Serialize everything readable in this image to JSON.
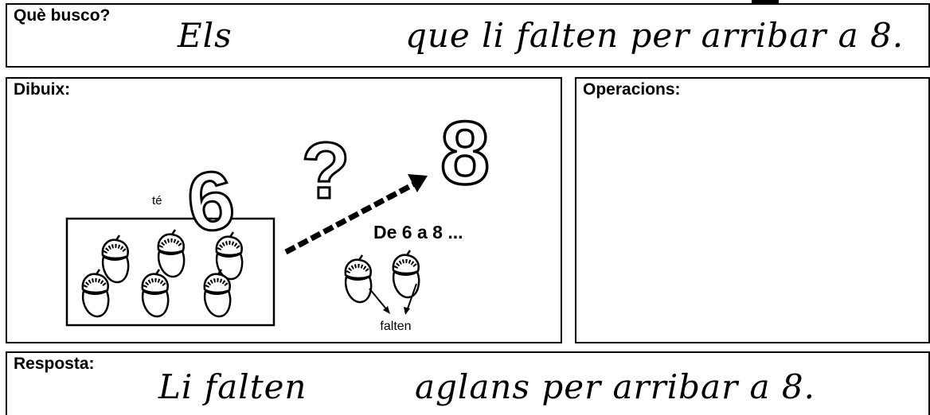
{
  "question": {
    "label": "Què busco?",
    "text_start": "Els",
    "text_end": "que li falten per arribar a 8."
  },
  "drawing": {
    "label": "Dibuix:",
    "has_label": "té",
    "has_number": "6",
    "target_number": "8",
    "question_mark": "?",
    "range_text": "De 6 a 8 ...",
    "missing_label": "falten"
  },
  "operations": {
    "label": "Operacions:"
  },
  "answer": {
    "label": "Resposta:",
    "text_start": "Li falten",
    "text_end": "aglans per arribar a 8."
  }
}
